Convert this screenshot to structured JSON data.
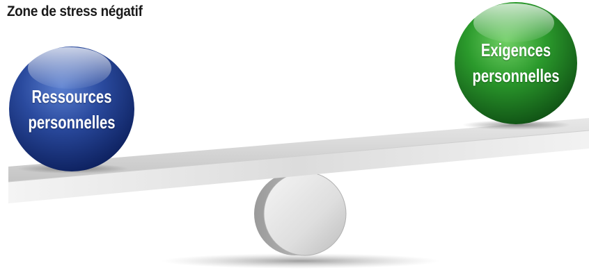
{
  "title": "Zone de stress négatif",
  "left_ball": {
    "line1": "Ressources",
    "line2": "personnelles",
    "color": "#1f3f8f"
  },
  "right_ball": {
    "line1": "Exigences",
    "line2": "personnelles",
    "color": "#1e7d23"
  }
}
